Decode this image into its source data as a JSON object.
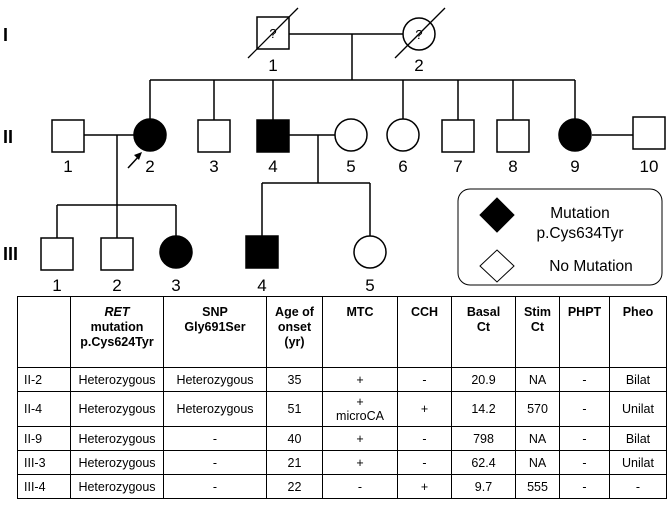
{
  "generations": [
    "I",
    "II",
    "III"
  ],
  "individuals": {
    "I": [
      {
        "id": "1",
        "sex": "male",
        "status": "unknown",
        "deceased": true,
        "mark": "?"
      },
      {
        "id": "2",
        "sex": "female",
        "status": "unknown",
        "deceased": true,
        "mark": "?"
      }
    ],
    "II": [
      {
        "id": "1",
        "sex": "male",
        "status": "no-mutation"
      },
      {
        "id": "2",
        "sex": "female",
        "status": "mutation",
        "proband": true
      },
      {
        "id": "3",
        "sex": "male",
        "status": "no-mutation"
      },
      {
        "id": "4",
        "sex": "male",
        "status": "mutation"
      },
      {
        "id": "5",
        "sex": "female",
        "status": "no-mutation"
      },
      {
        "id": "6",
        "sex": "female",
        "status": "no-mutation"
      },
      {
        "id": "7",
        "sex": "male",
        "status": "no-mutation"
      },
      {
        "id": "8",
        "sex": "male",
        "status": "no-mutation"
      },
      {
        "id": "9",
        "sex": "female",
        "status": "mutation"
      },
      {
        "id": "10",
        "sex": "male",
        "status": "no-mutation"
      }
    ],
    "III": [
      {
        "id": "1",
        "sex": "male",
        "status": "no-mutation"
      },
      {
        "id": "2",
        "sex": "male",
        "status": "no-mutation"
      },
      {
        "id": "3",
        "sex": "female",
        "status": "mutation"
      },
      {
        "id": "4",
        "sex": "male",
        "status": "mutation"
      },
      {
        "id": "5",
        "sex": "female",
        "status": "no-mutation"
      }
    ]
  },
  "legend": {
    "mutation_line1": "Mutation",
    "mutation_line2": "p.Cys634Tyr",
    "no_mutation": "No Mutation"
  },
  "table": {
    "headers": [
      {
        "lines": [
          ""
        ]
      },
      {
        "lines": [
          "RET",
          "mutation",
          "p.Cys624Tyr"
        ],
        "italic_first": true
      },
      {
        "lines": [
          "SNP",
          "Gly691Ser"
        ]
      },
      {
        "lines": [
          "Age of",
          "onset",
          "(yr)"
        ]
      },
      {
        "lines": [
          "MTC"
        ]
      },
      {
        "lines": [
          "CCH"
        ]
      },
      {
        "lines": [
          "Basal",
          "Ct"
        ]
      },
      {
        "lines": [
          "Stim",
          "Ct"
        ]
      },
      {
        "lines": [
          "PHPT"
        ]
      },
      {
        "lines": [
          "Pheo"
        ]
      }
    ],
    "rows": [
      [
        "II-2",
        "Heterozygous",
        "Heterozygous",
        "35",
        "+",
        "-",
        "20.9",
        "NA",
        "-",
        "Bilat"
      ],
      [
        "II-4",
        "Heterozygous",
        "Heterozygous",
        "51",
        "+\nmicroCA",
        "+",
        "14.2",
        "570",
        "-",
        "Unilat"
      ],
      [
        "II-9",
        "Heterozygous",
        "-",
        "40",
        "+",
        "-",
        "798",
        "NA",
        "-",
        "Bilat"
      ],
      [
        "III-3",
        "Heterozygous",
        "-",
        "21",
        "+",
        "-",
        "62.4",
        "NA",
        "-",
        "Unilat"
      ],
      [
        "III-4",
        "Heterozygous",
        "-",
        "22",
        "-",
        "+",
        "9.7",
        "555",
        "-",
        "-"
      ]
    ]
  }
}
